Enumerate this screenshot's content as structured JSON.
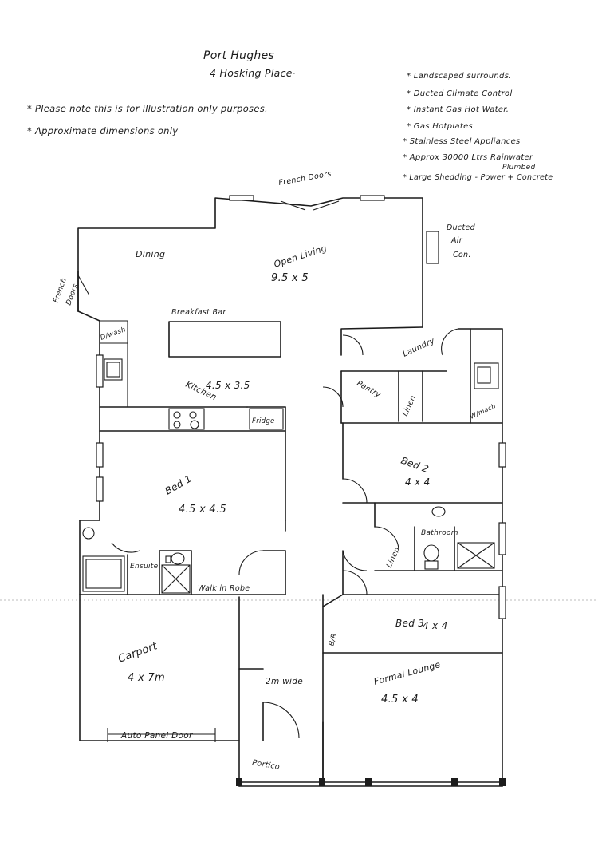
{
  "header": {
    "title_line1": "Port Hughes",
    "title_line2": "4 Hosking Place·"
  },
  "notes": [
    "* Please note this is for illustration only purposes.",
    "* Approximate dimensions only"
  ],
  "features": [
    "* Landscaped surrounds.",
    "* Ducted Climate Control",
    "* Instant Gas Hot Water.",
    "* Gas Hotplates",
    "* Stainless Steel Appliances",
    "* Approx 30000 Ltrs Rainwater",
    "Plumbed",
    "* Large Shedding - Power + Concrete"
  ],
  "labels": {
    "french_doors_top": "French Doors",
    "french_doors_left_1": "French",
    "french_doors_left_2": "Doors",
    "ducted_aircon_1": "Ducted",
    "ducted_aircon_2": "Air",
    "ducted_aircon_3": "Con.",
    "dining": "Dining",
    "open_living": "Open Living",
    "open_living_dims": "9.5 x 5",
    "breakfast_bar": "Breakfast Bar",
    "dishwasher": "D/wash",
    "kitchen": "Kitchen",
    "kitchen_dims": "4.5 x 3.5",
    "fridge": "Fridge",
    "laundry": "Laundry",
    "pantry": "Pantry",
    "linen_upper": "Linen",
    "washing_machine": "W/mach",
    "bed2": "Bed 2",
    "bed2_dims": "4 x 4",
    "bed1": "Bed 1",
    "bed1_dims": "4.5 x 4.5",
    "bathroom": "Bathroom",
    "linen_lower": "Linen",
    "ensuite": "Ensuite",
    "walk_in_robe": "Walk in Robe",
    "bir": "B/R",
    "bed3": "Bed 3",
    "bed3_dims": "4 x 4",
    "carport": "Carport",
    "carport_dims": "4 x 7m",
    "hall": "2m wide",
    "formal_lounge": "Formal Lounge",
    "formal_lounge_dims": "4.5 x 4",
    "auto_panel_door": "Auto Panel Door",
    "portico": "Portico"
  }
}
